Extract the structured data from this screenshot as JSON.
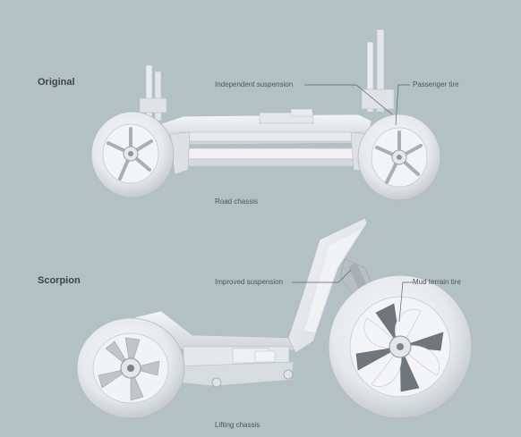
{
  "sections": [
    {
      "title": "Original",
      "caption": "Road chassis",
      "callouts": [
        {
          "label": "Independent suspension"
        },
        {
          "label": "Passenger tire"
        }
      ]
    },
    {
      "title": "Scorpion",
      "caption": "Lifting chassis",
      "callouts": [
        {
          "label": "Improved suspension"
        },
        {
          "label": "Mud terrain tire"
        }
      ]
    }
  ],
  "colors": {
    "background": "#b3c1c5",
    "model": "#eef0f2",
    "model_shade": "#c9ced2",
    "model_dark": "#8e969b",
    "leader_line": "#5a6366",
    "text": "#4c5558"
  }
}
